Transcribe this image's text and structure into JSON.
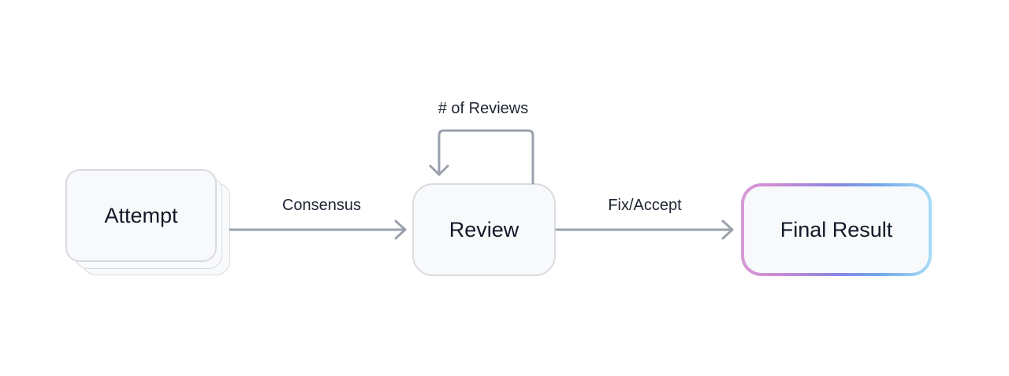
{
  "nodes": {
    "attempt": {
      "label": "Attempt",
      "stacked": true
    },
    "review": {
      "label": "Review"
    },
    "final": {
      "label": "Final Result",
      "border_gradient": [
        "#d89ad6",
        "#8a86e0",
        "#6fa8ea",
        "#a9dcf6"
      ]
    }
  },
  "edges": {
    "consensus": {
      "label": "Consensus",
      "from": "Attempt",
      "to": "Review"
    },
    "fix_accept": {
      "label": "Fix/Accept",
      "from": "Review",
      "to": "Final Result"
    },
    "loop": {
      "label": "# of Reviews",
      "from": "Review",
      "to": "Review"
    }
  },
  "colors": {
    "edge": "#9aa1ad",
    "card_border": "#d9dbe0",
    "card_fill": "#f8f9fb",
    "text": "#111827"
  }
}
